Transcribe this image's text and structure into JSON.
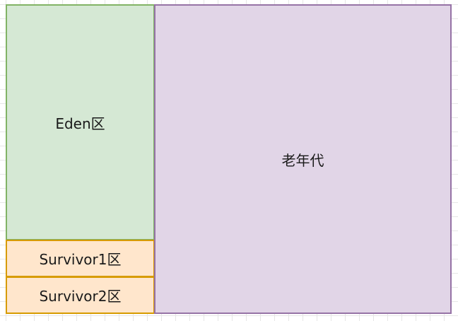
{
  "diagram": {
    "eden": {
      "label": "Eden区",
      "fill": "#d5e8d4",
      "stroke": "#82b366"
    },
    "survivor1": {
      "label": "Survivor1区",
      "fill": "#ffe6cc",
      "stroke": "#d79b00"
    },
    "survivor2": {
      "label": "Survivor2区",
      "fill": "#ffe6cc",
      "stroke": "#d79b00"
    },
    "old_generation": {
      "label": "老年代",
      "fill": "#e1d5e7",
      "stroke": "#9673a6"
    },
    "background": {
      "grid": true
    }
  }
}
